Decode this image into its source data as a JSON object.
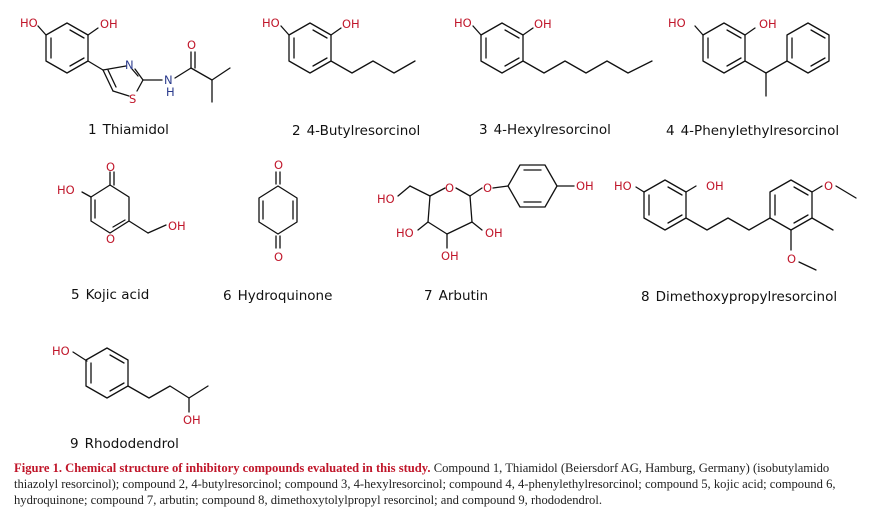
{
  "colors": {
    "heteroatom": "#c0162a",
    "nitrogen": "#2a3a8c",
    "bond": "#111111",
    "caption_title": "#c0162a",
    "caption_text": "#222222"
  },
  "atom_labels": {
    "ho": "HO",
    "oh": "OH",
    "o": "O",
    "n": "N",
    "s": "S",
    "h": "H"
  },
  "compounds": [
    {
      "number": "1",
      "name": "Thiamidol"
    },
    {
      "number": "2",
      "name": "4-Butylresorcinol"
    },
    {
      "number": "3",
      "name": "4-Hexylresorcinol"
    },
    {
      "number": "4",
      "name": "4-Phenylethylresorcinol"
    },
    {
      "number": "5",
      "name": "Kojic acid"
    },
    {
      "number": "6",
      "name": "Hydroquinone"
    },
    {
      "number": "7",
      "name": "Arbutin"
    },
    {
      "number": "8",
      "name": "Dimethoxypropylresorcinol"
    },
    {
      "number": "9",
      "name": "Rhododendrol"
    }
  ],
  "caption": {
    "title": "Figure 1. Chemical structure of inhibitory compounds evaluated in this study.",
    "text": " Compound 1, Thiamidol (Beiersdorf AG, Hamburg, Germany) (isobutylamido thiazolyl resorcinol); compound 2, 4-butylresorcinol; compound 3, 4-hexylresorcinol; compound 4, 4-phenylethylresorcinol; compound 5, kojic acid; compound 6, hydroquinone; compound 7, arbutin; compound 8, dimethoxytolylpropyl resorcinol; and compound 9, rhododendrol."
  }
}
